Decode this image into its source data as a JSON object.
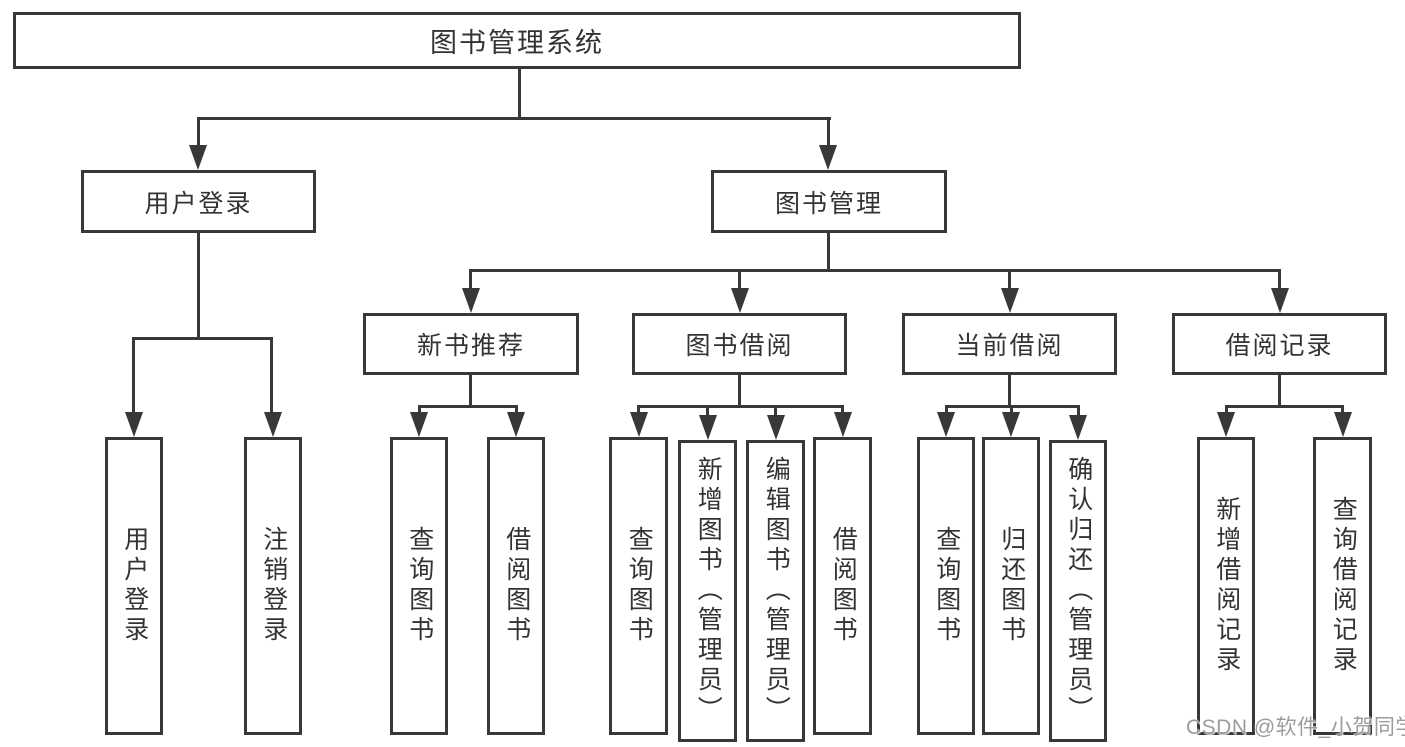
{
  "tree": {
    "root": "图书管理系统",
    "branches": [
      {
        "label": "用户登录",
        "children": [
          "用户登录",
          "注销登录"
        ]
      },
      {
        "label": "图书管理",
        "sections": [
          {
            "label": "新书推荐",
            "children": [
              "查询图书",
              "借阅图书"
            ]
          },
          {
            "label": "图书借阅",
            "children": [
              "查询图书",
              "新增图书（管理员）",
              "编辑图书（管理员）",
              "借阅图书"
            ]
          },
          {
            "label": "当前借阅",
            "children": [
              "查询图书",
              "归还图书",
              "确认归还（管理员）"
            ]
          },
          {
            "label": "借阅记录",
            "children": [
              "新增借阅记录",
              "查询借阅记录"
            ]
          }
        ]
      }
    ]
  },
  "watermark": {
    "text": "CSDN @软件_小贺同学"
  },
  "colors": {
    "line": "#383838",
    "text": "#333333",
    "background": "#ffffff",
    "watermark": "#9c9c9c"
  }
}
